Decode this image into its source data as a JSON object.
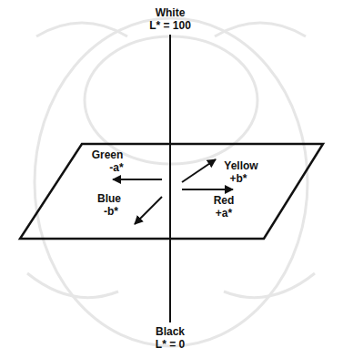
{
  "diagram": {
    "labels": [
      "White",
      "L* = 100",
      "Green",
      "-a*",
      "Yellow",
      "+b*",
      "Blue",
      "-b*",
      "Red",
      "+a*",
      "Black",
      "L* = 0"
    ]
  }
}
